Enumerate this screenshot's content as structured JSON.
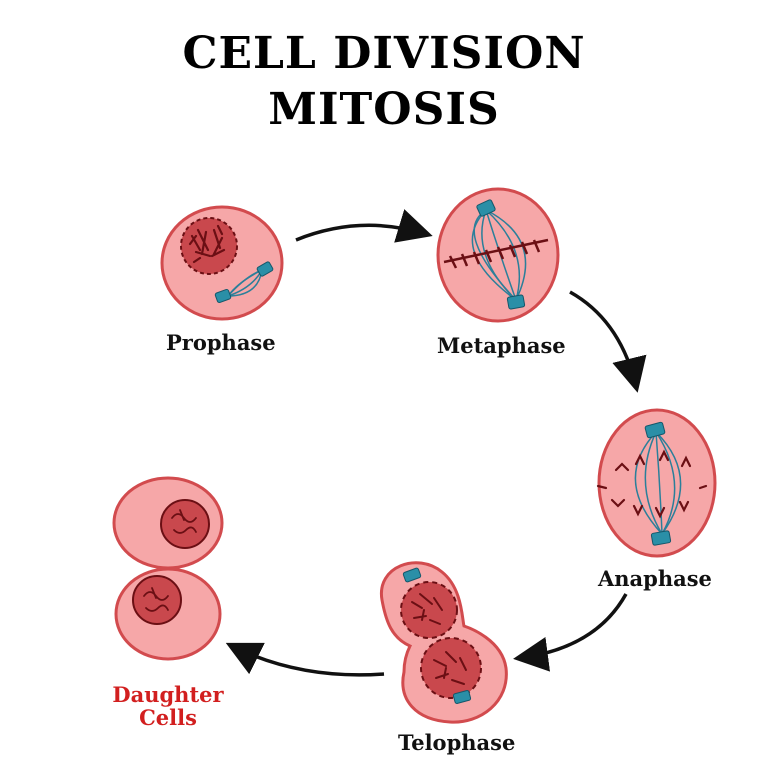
{
  "title": {
    "line1": "CELL DIVISION",
    "line2": "MITOSIS"
  },
  "stages": {
    "prophase": "Prophase",
    "metaphase": "Metaphase",
    "anaphase": "Anaphase",
    "telophase": "Telophase",
    "daughter_line1": "Daughter",
    "daughter_line2": "Cells"
  },
  "colors": {
    "cell_fill": "#f6a7a8",
    "cell_stroke": "#d24b4e",
    "nucleus_fill": "#c9484d",
    "chromosome": "#6b0f14",
    "spindle": "#2b7f9a",
    "centrosome": "#2a8fa7",
    "arrow": "#111111",
    "daughter_label": "#d21f1f"
  }
}
